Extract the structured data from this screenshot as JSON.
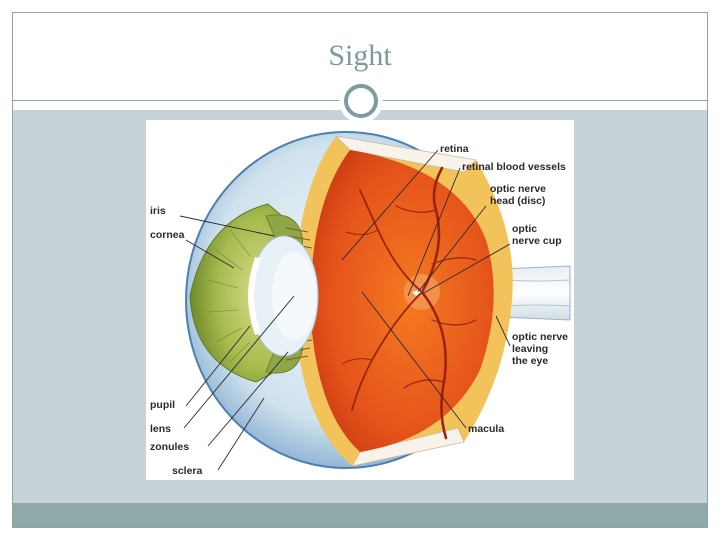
{
  "slide": {
    "title": "Sight"
  },
  "diagram": {
    "labels": {
      "retina": "retina",
      "retinal_blood_vessels": "retinal blood vessels",
      "optic_nerve_head_1": "optic nerve",
      "optic_nerve_head_2": "head (disc)",
      "optic_nerve_cup_1": "optic",
      "optic_nerve_cup_2": "nerve cup",
      "iris": "iris",
      "cornea": "cornea",
      "optic_nerve_leaving_1": "optic nerve",
      "optic_nerve_leaving_2": "leaving",
      "optic_nerve_leaving_3": "the eye",
      "pupil": "pupil",
      "lens": "lens",
      "zonules": "zonules",
      "sclera": "sclera",
      "macula": "macula"
    },
    "colors": {
      "sclera": "#c9dde9",
      "sclera_edge": "#4c7fb3",
      "choroid": "#f2b64a",
      "retina": "#e8561a",
      "iris": "#9db44a",
      "lens": "#e8f1f6",
      "vessels": "#9a2410"
    }
  },
  "theme": {
    "accent": "#8fa9ab",
    "band": "#c6d1d8",
    "title_color": "#7d9a9c"
  }
}
